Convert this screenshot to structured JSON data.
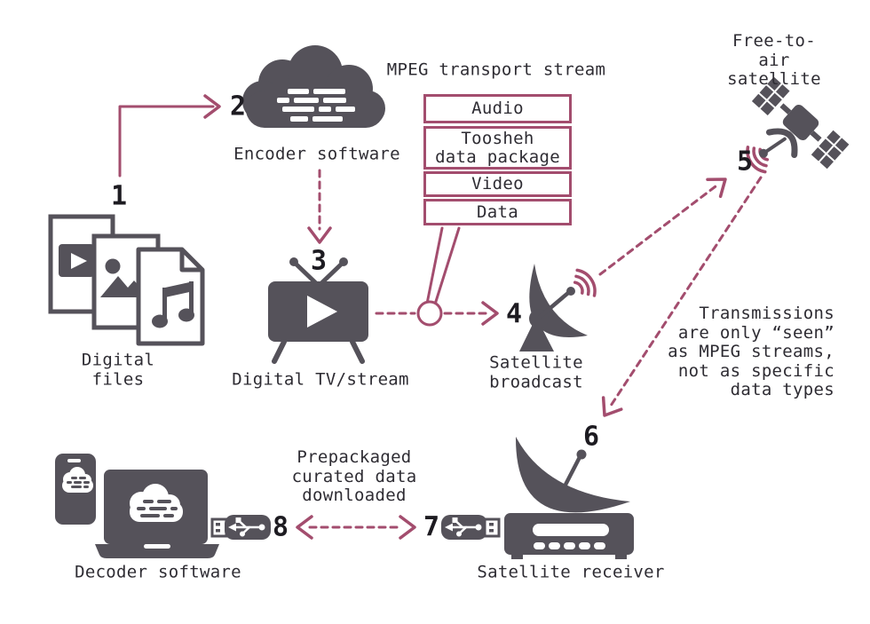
{
  "colors": {
    "accent": "#a34d6e",
    "icon_gray": "#55525a",
    "label_text": "#2e2c33",
    "number_text": "#1d1b21",
    "background": "#ffffff"
  },
  "steps": {
    "digital_files": {
      "num": "1",
      "label": "Digital\nfiles"
    },
    "encoder": {
      "num": "2",
      "label": "Encoder software"
    },
    "digital_tv": {
      "num": "3",
      "label": "Digital TV/stream"
    },
    "satellite_broadcast": {
      "num": "4",
      "label": "Satellite\nbroadcast"
    },
    "free_to_air_satellite": {
      "num": "5",
      "label": "Free-to-air\nsatellite"
    },
    "receiver_dish": {
      "num": "6"
    },
    "usb_receiver": {
      "num": "7"
    },
    "usb_decoder": {
      "num": "8"
    },
    "decoder": {
      "label": "Decoder software"
    },
    "satellite_receiver": {
      "label": "Satellite receiver"
    }
  },
  "mpeg": {
    "title": "MPEG transport stream",
    "rows": [
      "Audio",
      "Toosheh\ndata package",
      "Video",
      "Data"
    ]
  },
  "annotations": {
    "transmissions": "Transmissions\nare only “seen”\nas MPEG streams,\nnot as specific\ndata types",
    "prepackaged": "Prepackaged\ncurated data\ndownloaded"
  },
  "icons": [
    "digital-files-icon",
    "encoder-cloud-icon",
    "tv-icon",
    "broadcast-dish-icon",
    "signal-waves-icon",
    "satellite-icon",
    "receiver-dish-icon",
    "receiver-box-icon",
    "usb-stick-icon",
    "laptop-icon",
    "phone-icon"
  ]
}
